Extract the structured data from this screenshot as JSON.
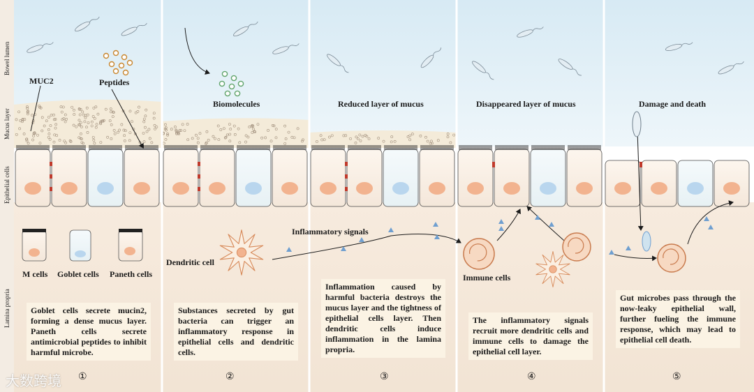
{
  "layers": {
    "bowel_lumen": "Bowel lumen",
    "mucus_layer": "Mucus layer",
    "epithelial_cells": "Epithelial cells",
    "lamina_propria": "Lamina propria"
  },
  "labels": {
    "muc2": "MUC2",
    "peptides": "Peptides",
    "biomolecules": "Biomolecules",
    "reduced_mucus": "Reduced layer of mucus",
    "disappeared_mucus": "Disappeared layer of mucus",
    "damage_death": "Damage and death",
    "inflammatory_signals": "Inflammatory signals",
    "dendritic_cell": "Dendritic cell",
    "immune_cells": "Immune cells",
    "m_cells": "M cells",
    "goblet_cells": "Goblet cells",
    "paneth_cells": "Paneth cells"
  },
  "panels": [
    {
      "number": "①",
      "text": "Goblet cells secrete mucin2, forming a dense mucus layer. Paneth cells secrete antimicrobial peptides to inhibit harmful microbe."
    },
    {
      "number": "②",
      "text": "Substances secreted by gut bacteria can trigger an inflammatory response in epithelial cells and dendritic cells."
    },
    {
      "number": "③",
      "text": "Inflammation caused by harmful bacteria destroys the mucus layer and the tightness of epithelial cells layer. Then dendritic cells induce inflammation in the lamina propria."
    },
    {
      "number": "④",
      "text": "The inflammatory signals recruit more dendritic cells and immune cells to damage the epithelial cell layer."
    },
    {
      "number": "⑤",
      "text": "Gut microbes pass through the now-leaky epithelial wall, further fueling the immune response, which may lead to epithelial cell death."
    }
  ],
  "watermark": "大数跨境",
  "colors": {
    "lumen": "#dcedf6",
    "mucus": "#f4ebd9",
    "lamina": "#f6e8da",
    "nucleus_orange": "#f2b38f",
    "nucleus_blue": "#b9d6ee",
    "signal": "#6f9fd0",
    "junction_red": "#c0392b"
  }
}
